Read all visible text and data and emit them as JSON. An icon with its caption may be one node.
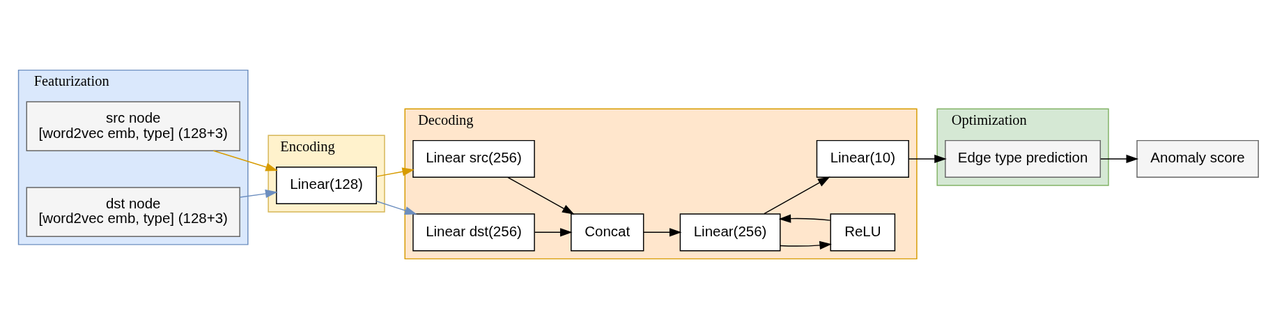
{
  "diagram": {
    "nodes": [
      {
        "text": [
          "Featurization"
        ]
      },
      {
        "text": [
          "src node",
          "[word2vec emb, type] (128+3)"
        ],
        "in": 0
      },
      {
        "text": [
          "dst node",
          "[word2vec emb, type] (128+3)"
        ],
        "in": 0
      },
      {
        "text": [
          "Encoding"
        ]
      },
      {
        "text": [
          "Linear(128)"
        ],
        "in": 3
      },
      {
        "text": [
          "Decoding"
        ]
      },
      {
        "text": [
          "Linear src(256)"
        ],
        "in": 5
      },
      {
        "text": [
          "Linear dst(256)"
        ],
        "in": 5
      },
      {
        "text": [
          "Concat"
        ],
        "in": 5
      },
      {
        "text": [
          "ReLU"
        ],
        "in": 5
      },
      {
        "text": [
          "Linear(256)"
        ],
        "in": 5
      },
      {
        "text": [
          "Linear(10)"
        ],
        "in": 5
      },
      {
        "text": [
          "Optimization"
        ]
      },
      {
        "text": [
          "Edge type prediction"
        ],
        "in": 12
      },
      {
        "text": [
          "Anomaly score"
        ]
      }
    ],
    "edges": [
      {
        "from": 1,
        "to": 4,
        "arrow": "to",
        "color": "#d79b00"
      },
      {
        "from": 2,
        "to": 4,
        "arrow": "to",
        "color": "#6c8ebf"
      },
      {
        "from": 4,
        "to": 6,
        "arrow": "to",
        "color": "#d79b00"
      },
      {
        "from": 4,
        "to": 7,
        "arrow": "to",
        "color": "#6c8ebf"
      },
      {
        "from": 6,
        "to": 8,
        "arrow": "to"
      },
      {
        "from": 7,
        "to": 8,
        "arrow": "to"
      },
      {
        "from": 8,
        "to": 10,
        "arrow": "to"
      },
      {
        "from": 10,
        "to": 9,
        "arrow": "to"
      },
      {
        "from": 9,
        "to": 10,
        "arrow": "to"
      },
      {
        "from": 10,
        "to": 11,
        "arrow": "to"
      },
      {
        "from": 11,
        "to": 13,
        "arrow": "to"
      },
      {
        "from": 13,
        "to": 14,
        "arrow": "to"
      }
    ]
  }
}
